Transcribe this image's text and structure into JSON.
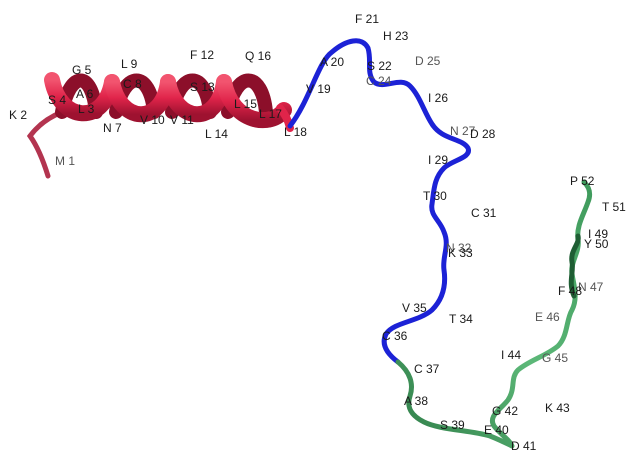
{
  "colors": {
    "helix": "#e0244a",
    "helix_dark": "#a8122f",
    "nterm_coil": "#b3344f",
    "blue_coil": "#1c22d6",
    "green_coil": "#3f9a5c",
    "green_dark": "#1f5e34",
    "background": "#ffffff"
  },
  "residues": {
    "r1": "M 1",
    "r2": "K 2",
    "r3": "L 3",
    "r4": "S 4",
    "r5": "G 5",
    "r6": "A 6",
    "r7": "N 7",
    "r8": "C 8",
    "r9": "L 9",
    "r10": "V 10",
    "r11": "V 11",
    "r12": "F 12",
    "r13": "S 13",
    "r14": "L 14",
    "r15": "L 15",
    "r16": "Q 16",
    "r17": "L 17",
    "r18": "L 18",
    "r19": "V 19",
    "r20": "A 20",
    "r21": "F 21",
    "r22": "S 22",
    "r23": "H 23",
    "r24": "C 24",
    "r25": "D 25",
    "r26": "I 26",
    "r27": "N 27",
    "r28": "D 28",
    "r29": "I 29",
    "r30": "T 30",
    "r31": "C 31",
    "r32": "N 32",
    "r33": "K 33",
    "r34": "T 34",
    "r35": "V 35",
    "r36": "C 36",
    "r37": "C 37",
    "r38": "A 38",
    "r39": "S 39",
    "r40": "E 40",
    "r41": "D 41",
    "r42": "G 42",
    "r43": "K 43",
    "r44": "I 44",
    "r45": "G 45",
    "r46": "E 46",
    "r47": "N 47",
    "r48": "F 48",
    "r49": "I 49",
    "r50": "Y 50",
    "r51": "T 51",
    "r52": "P 52"
  }
}
